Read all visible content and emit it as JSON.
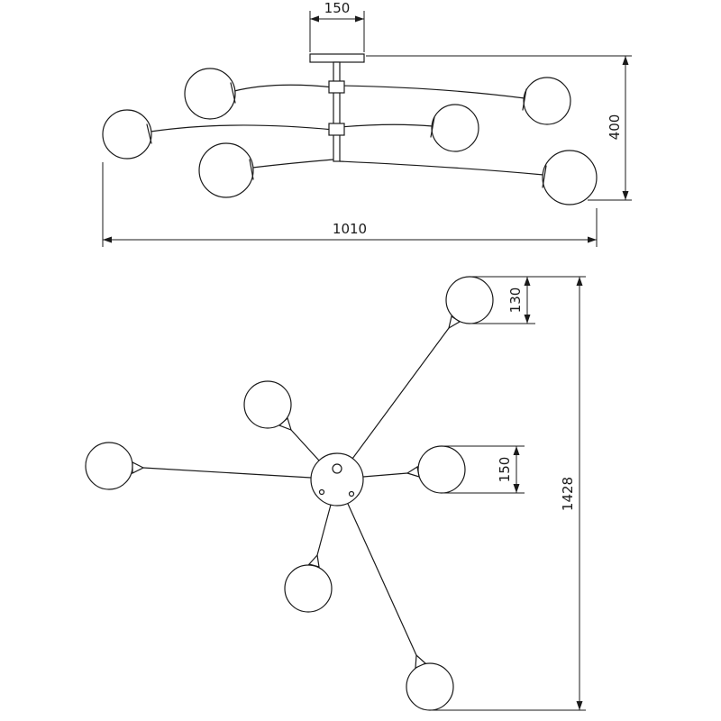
{
  "page": {
    "background_color": "#ffffff",
    "line_color": "#1a1a1a",
    "content": "technical dimension drawing of a 6-light ceiling chandelier, side elevation and plan view"
  },
  "side_view": {
    "dim_canopy_width": "150",
    "dim_height": "400",
    "dim_width": "1010"
  },
  "plan_view": {
    "dim_globe_top": "130",
    "dim_globe_right": "150",
    "dim_overall_diameter": "1428"
  }
}
